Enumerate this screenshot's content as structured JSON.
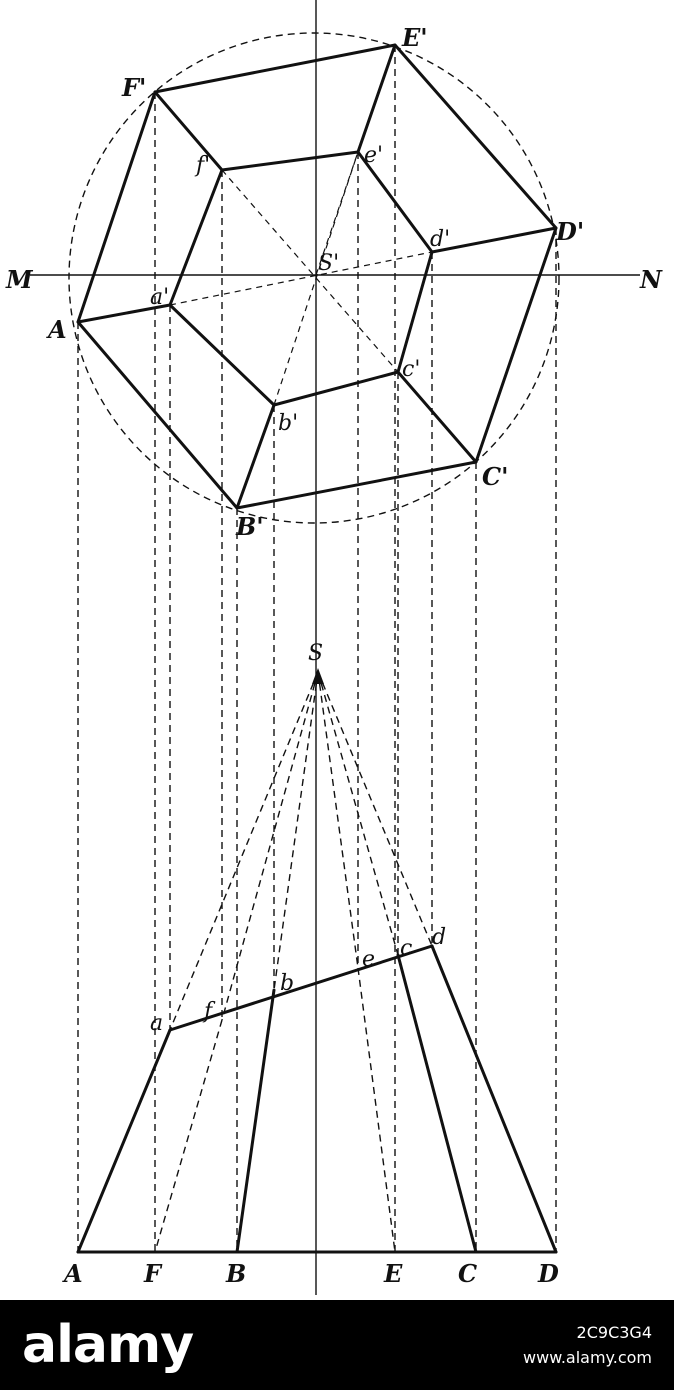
{
  "diagram": {
    "plan_labels": {
      "A_prime": "A",
      "B_prime": "B'",
      "C_prime": "C'",
      "D_prime": "D'",
      "E_prime": "E'",
      "F_prime": "F'",
      "a_prime": "a'",
      "b_prime": "b'",
      "c_prime": "c'",
      "d_prime": "d'",
      "e_prime": "e'",
      "f_prime": "f'",
      "S_prime": "S'",
      "M": "M",
      "N": "N"
    },
    "elevation_labels": {
      "S": "S",
      "a": "a",
      "b": "b",
      "c": "c",
      "d": "d",
      "e": "e",
      "f": "f",
      "A": "A",
      "B": "B",
      "C": "C",
      "D": "D",
      "E": "E",
      "F": "F"
    }
  },
  "watermark": {
    "logo": "alamy",
    "image_id": "2C9C3G4",
    "url": "www.alamy.com",
    "background": "#000000",
    "text_color": "#ffffff"
  }
}
